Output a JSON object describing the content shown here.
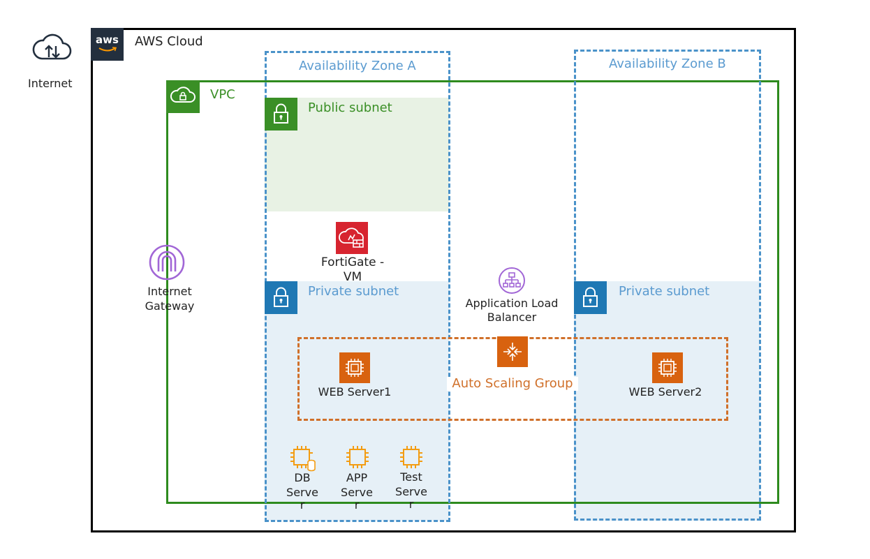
{
  "internet": {
    "label": "Internet",
    "icon": "cloud-upload-download-icon"
  },
  "aws_cloud": {
    "label": "AWS Cloud",
    "logo_text": "aws",
    "border_color": "#000000"
  },
  "vpc": {
    "label": "VPC",
    "color": "#2e8b1e"
  },
  "availability_zones": [
    {
      "label": "Availability Zone A",
      "color": "#4a92c9"
    },
    {
      "label": "Availability Zone B",
      "color": "#4a92c9"
    }
  ],
  "public_subnet": {
    "label": "Public subnet",
    "color": "#3a8f26"
  },
  "private_subnets": [
    {
      "label": "Private subnet",
      "color": "#1f78b4"
    },
    {
      "label": "Private subnet",
      "color": "#1f78b4"
    }
  ],
  "internet_gateway": {
    "line1": "Internet",
    "line2": "Gateway",
    "color": "#a166d6"
  },
  "fortigate": {
    "line1": "FortiGate -",
    "line2": "VM",
    "color": "#d7242f"
  },
  "alb": {
    "line1": "Application Load",
    "line2": "Balancer",
    "color": "#a166d6"
  },
  "asg": {
    "label": "Auto Scaling Group",
    "color": "#d0702a"
  },
  "web_servers": [
    {
      "label": "WEB Server1"
    },
    {
      "label": "WEB Server2"
    }
  ],
  "instances": [
    {
      "line1": "DB",
      "line2": "Serve",
      "line3": "r"
    },
    {
      "line1": "APP",
      "line2": "Serve",
      "line3": "r"
    },
    {
      "line1": "Test",
      "line2": "Serve",
      "line3": "r"
    }
  ]
}
